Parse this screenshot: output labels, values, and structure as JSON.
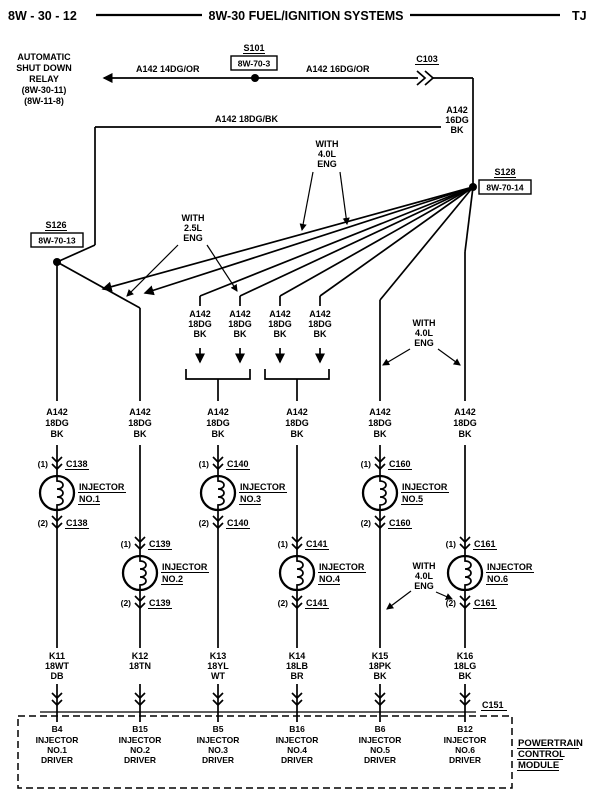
{
  "header": {
    "page": "8W - 30 - 12",
    "title": "8W-30 FUEL/IGNITION SYSTEMS",
    "vehicle": "TJ"
  },
  "relay": {
    "lines": [
      "AUTOMATIC",
      "SHUT DOWN",
      "RELAY",
      "(8W-30-11)",
      "(8W-11-8)"
    ]
  },
  "splices": {
    "s101": {
      "name": "S101",
      "ref": "8W-70-3"
    },
    "s126": {
      "name": "S126",
      "ref": "8W-70-13"
    },
    "s128": {
      "name": "S128",
      "ref": "8W-70-14"
    }
  },
  "inline_connectors": {
    "c103": "C103",
    "c151": "C151"
  },
  "wire_labels": {
    "relay_feed": "A142 14DG/OR",
    "to_c103": "A142 16DG/OR",
    "c103_branch": [
      "A142",
      "16DG",
      "BK"
    ],
    "s101_branch": "A142 18DG/BK",
    "injector_feed": [
      "A142",
      "18DG",
      "BK"
    ]
  },
  "engine_notes": {
    "l40": [
      "WITH",
      "4.0L",
      "ENG"
    ],
    "l25": [
      "WITH",
      "2.5L",
      "ENG"
    ]
  },
  "injectors": [
    {
      "pin1": "(1)",
      "pin2": "(2)",
      "conn": "C138",
      "name": [
        "INJECTOR",
        "NO.1"
      ],
      "pcm_wire": [
        "K11",
        "18WT",
        "DB"
      ],
      "terminal": [
        "B4",
        "INJECTOR",
        "NO.1",
        "DRIVER"
      ]
    },
    {
      "pin1": "(1)",
      "pin2": "(2)",
      "conn": "C139",
      "name": [
        "INJECTOR",
        "NO.2"
      ],
      "pcm_wire": [
        "K12",
        "18TN"
      ],
      "terminal": [
        "B15",
        "INJECTOR",
        "NO.2",
        "DRIVER"
      ]
    },
    {
      "pin1": "(1)",
      "pin2": "(2)",
      "conn": "C140",
      "name": [
        "INJECTOR",
        "NO.3"
      ],
      "pcm_wire": [
        "K13",
        "18YL",
        "WT"
      ],
      "terminal": [
        "B5",
        "INJECTOR",
        "NO.3",
        "DRIVER"
      ]
    },
    {
      "pin1": "(1)",
      "pin2": "(2)",
      "conn": "C141",
      "name": [
        "INJECTOR",
        "NO.4"
      ],
      "pcm_wire": [
        "K14",
        "18LB",
        "BR"
      ],
      "terminal": [
        "B16",
        "INJECTOR",
        "NO.4",
        "DRIVER"
      ]
    },
    {
      "pin1": "(1)",
      "pin2": "(2)",
      "conn": "C160",
      "name": [
        "INJECTOR",
        "NO.5"
      ],
      "pcm_wire": [
        "K15",
        "18PK",
        "BK"
      ],
      "terminal": [
        "B6",
        "INJECTOR",
        "NO.5",
        "DRIVER"
      ]
    },
    {
      "pin1": "(1)",
      "pin2": "(2)",
      "conn": "C161",
      "name": [
        "INJECTOR",
        "NO.6"
      ],
      "pcm_wire": [
        "K16",
        "18LG",
        "BK"
      ],
      "terminal": [
        "B12",
        "INJECTOR",
        "NO.6",
        "DRIVER"
      ]
    }
  ],
  "pcm": {
    "label": [
      "POWERTRAIN",
      "CONTROL",
      "MODULE"
    ]
  }
}
